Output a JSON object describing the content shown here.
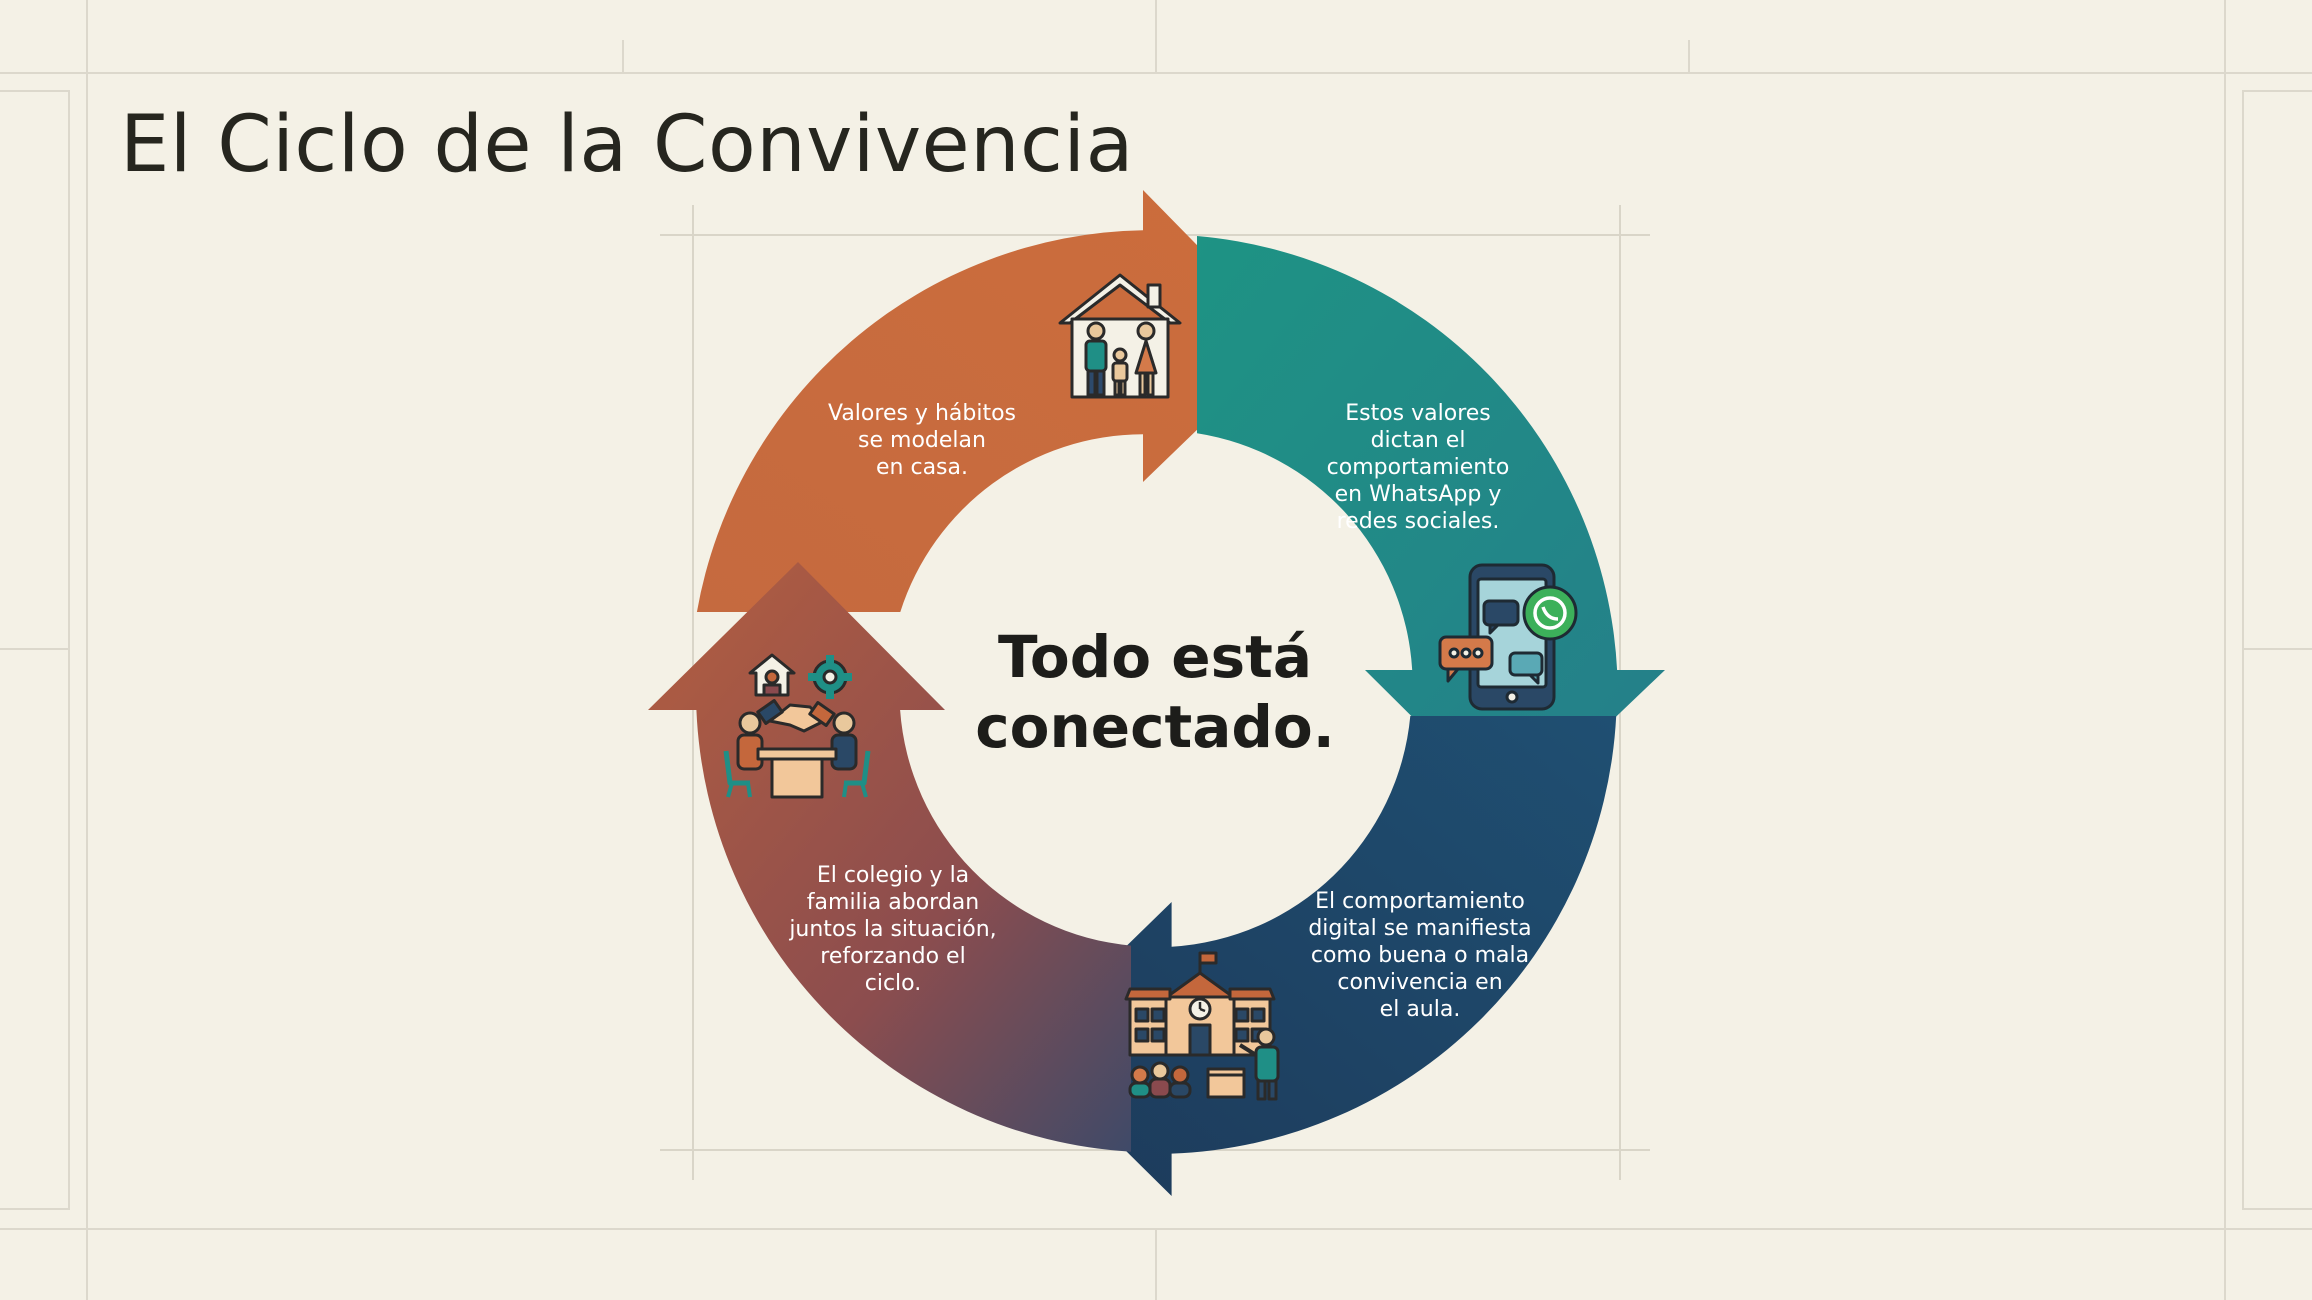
{
  "title": "El Ciclo de la Convivencia",
  "center": {
    "line1": "Todo está",
    "line2": "conectado."
  },
  "segments": [
    {
      "id": "home",
      "lines": [
        "Valores y hábitos",
        "se modelan",
        "en casa."
      ],
      "icon": "family-home-icon",
      "color": "#c4673c"
    },
    {
      "id": "digital",
      "lines": [
        "Estos valores",
        "dictan el",
        "comportamiento",
        "en WhatsApp y",
        "redes sociales."
      ],
      "icon": "smartphone-chat-icon",
      "color": "#1f8f86"
    },
    {
      "id": "school",
      "lines": [
        "El comportamiento",
        "digital se manifiesta",
        "como buena o mala",
        "convivencia en",
        "el aula."
      ],
      "icon": "school-classroom-icon",
      "color": "#1e4060"
    },
    {
      "id": "together",
      "lines": [
        "El colegio y la",
        "familia abordan",
        "juntos la situación,",
        "reforzando el",
        "ciclo."
      ],
      "icon": "meeting-handshake-icon",
      "color": "#8a4a4e"
    }
  ]
}
